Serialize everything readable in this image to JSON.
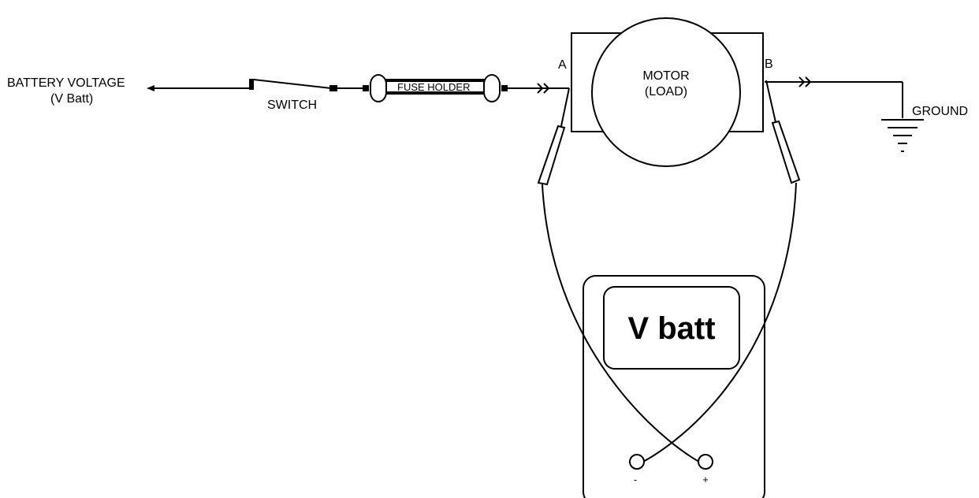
{
  "labels": {
    "battery_voltage": "BATTERY VOLTAGE",
    "v_batt": "(V Batt)",
    "switch": "SWITCH",
    "fuse_holder": "FUSE HOLDER",
    "motor": "MOTOR",
    "load": "(LOAD)",
    "point_a": "A",
    "point_b": "B",
    "ground": "GROUND"
  },
  "meter": {
    "display": "V batt",
    "neg_terminal": "-",
    "pos_terminal": "+"
  },
  "icons": {
    "switch": "switch-icon",
    "fuse": "fuse-icon",
    "motor": "motor-icon",
    "ground": "ground-icon",
    "meter": "multimeter-icon",
    "probe": "probe-icon"
  }
}
